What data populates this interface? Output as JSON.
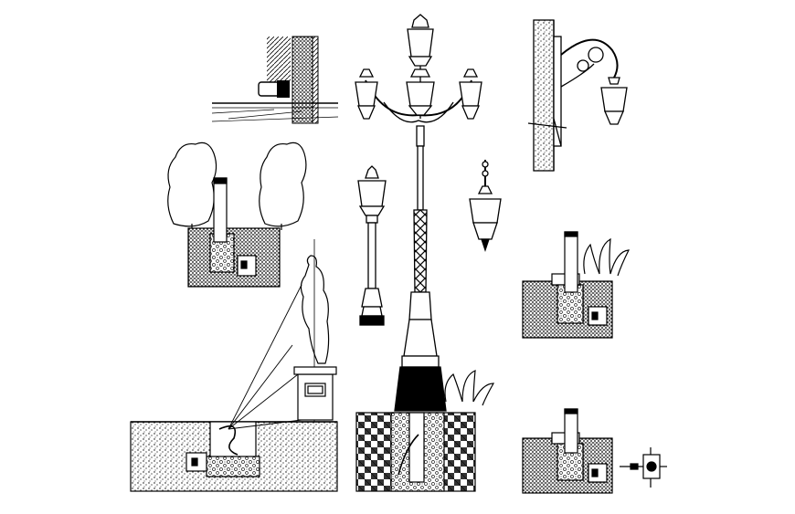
{
  "drawing": {
    "background": "#ffffff",
    "ink": "#000000",
    "components": [
      {
        "id": "wall-mounted-uplight"
      },
      {
        "id": "candelabra-lamp-post"
      },
      {
        "id": "wall-bracket-lantern"
      },
      {
        "id": "bollard-light-with-trees"
      },
      {
        "id": "single-head-lamp-post"
      },
      {
        "id": "hanging-pendant-lantern"
      },
      {
        "id": "bollard-light-with-shrub"
      },
      {
        "id": "statue-on-pedestal"
      },
      {
        "id": "in-ground-spotlight-pit"
      },
      {
        "id": "lamp-post-foundation"
      },
      {
        "id": "small-bollard-section"
      },
      {
        "id": "fixture-plan-detail"
      }
    ]
  }
}
